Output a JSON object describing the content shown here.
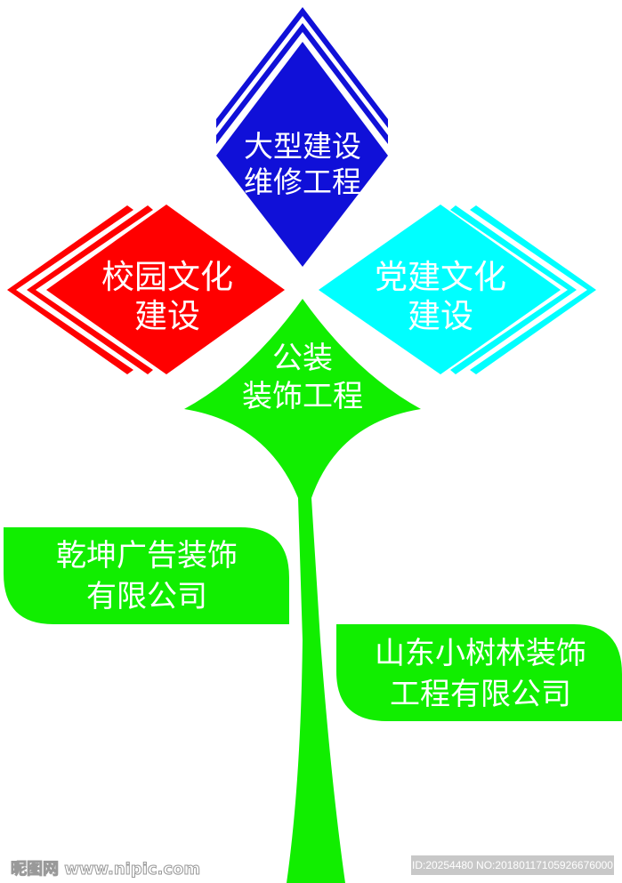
{
  "diamonds": [
    {
      "id": "top",
      "lines": [
        "大型建设",
        "维修工程"
      ],
      "color": "#1010d8"
    },
    {
      "id": "left",
      "lines": [
        "校园文化",
        "建设"
      ],
      "color": "#ff0000"
    },
    {
      "id": "right",
      "lines": [
        "党建文化",
        "建设"
      ],
      "color": "#00ffff"
    },
    {
      "id": "bottom",
      "lines": [
        "公装",
        "装饰工程"
      ],
      "color": "#11ee00"
    }
  ],
  "signs": [
    {
      "lines": [
        "乾坤广告装饰",
        "有限公司"
      ]
    },
    {
      "lines": [
        "山东小树林装饰",
        "工程有限公司"
      ]
    }
  ],
  "watermark": {
    "logo_text": "昵图网 www.nipic.com",
    "id_text": "ID:20254480 NO:20180117105926676000"
  }
}
